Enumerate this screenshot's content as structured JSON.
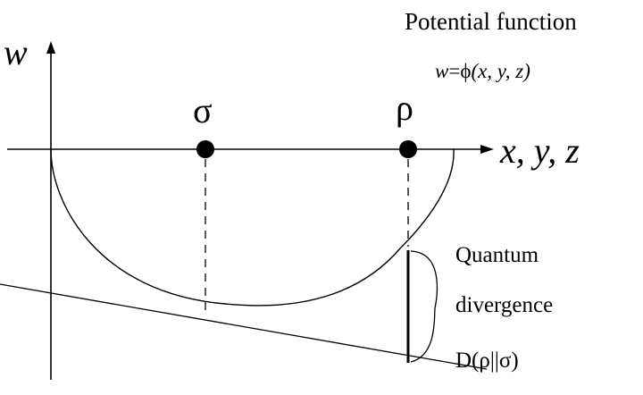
{
  "diagram": {
    "title_line1": "Potential function",
    "function_label": {
      "lhs": "w",
      "eq": "=",
      "phi": "ϕ",
      "args": "(x, y, z)"
    },
    "axis_w_label": "w",
    "axis_x_label": "x, y, z",
    "point_sigma": "σ",
    "point_rho": "ρ",
    "divergence_label": {
      "line1": "Quantum",
      "line2": "divergence",
      "line3": "D(ρ||σ)"
    },
    "colors": {
      "ink": "#000000",
      "background": "#ffffff"
    }
  }
}
